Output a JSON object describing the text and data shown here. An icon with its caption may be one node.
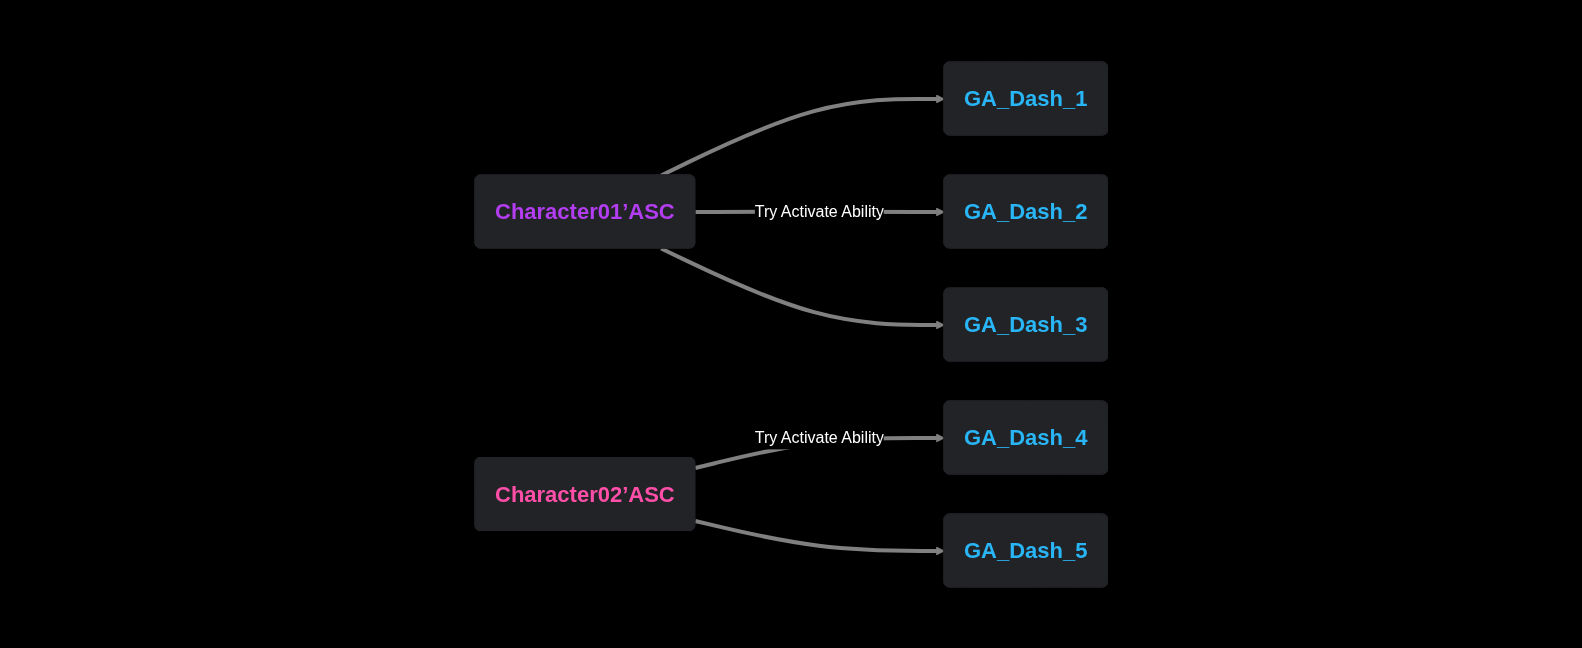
{
  "diagram": {
    "nodes": [
      {
        "text": [
          "GA_Dash_1"
        ]
      },
      {
        "text": [
          "GA_Dash_2"
        ]
      },
      {
        "text": [
          "GA_Dash_3"
        ]
      },
      {
        "text": [
          "Character01’ASC"
        ]
      },
      {
        "text": [
          "GA_Dash_4"
        ]
      },
      {
        "text": [
          "GA_Dash_5"
        ]
      },
      {
        "text": [
          "Character02’ASC"
        ]
      }
    ],
    "edges": [
      {
        "from": 3,
        "to": 0,
        "arrow": "to"
      },
      {
        "from": 3,
        "to": 1,
        "arrow": "to",
        "label": "Try Activate Ability"
      },
      {
        "from": 3,
        "to": 2,
        "arrow": "to"
      },
      {
        "from": 6,
        "to": 4,
        "arrow": "to",
        "label": "Try Activate Ability"
      },
      {
        "from": 6,
        "to": 5,
        "arrow": "to"
      }
    ]
  }
}
